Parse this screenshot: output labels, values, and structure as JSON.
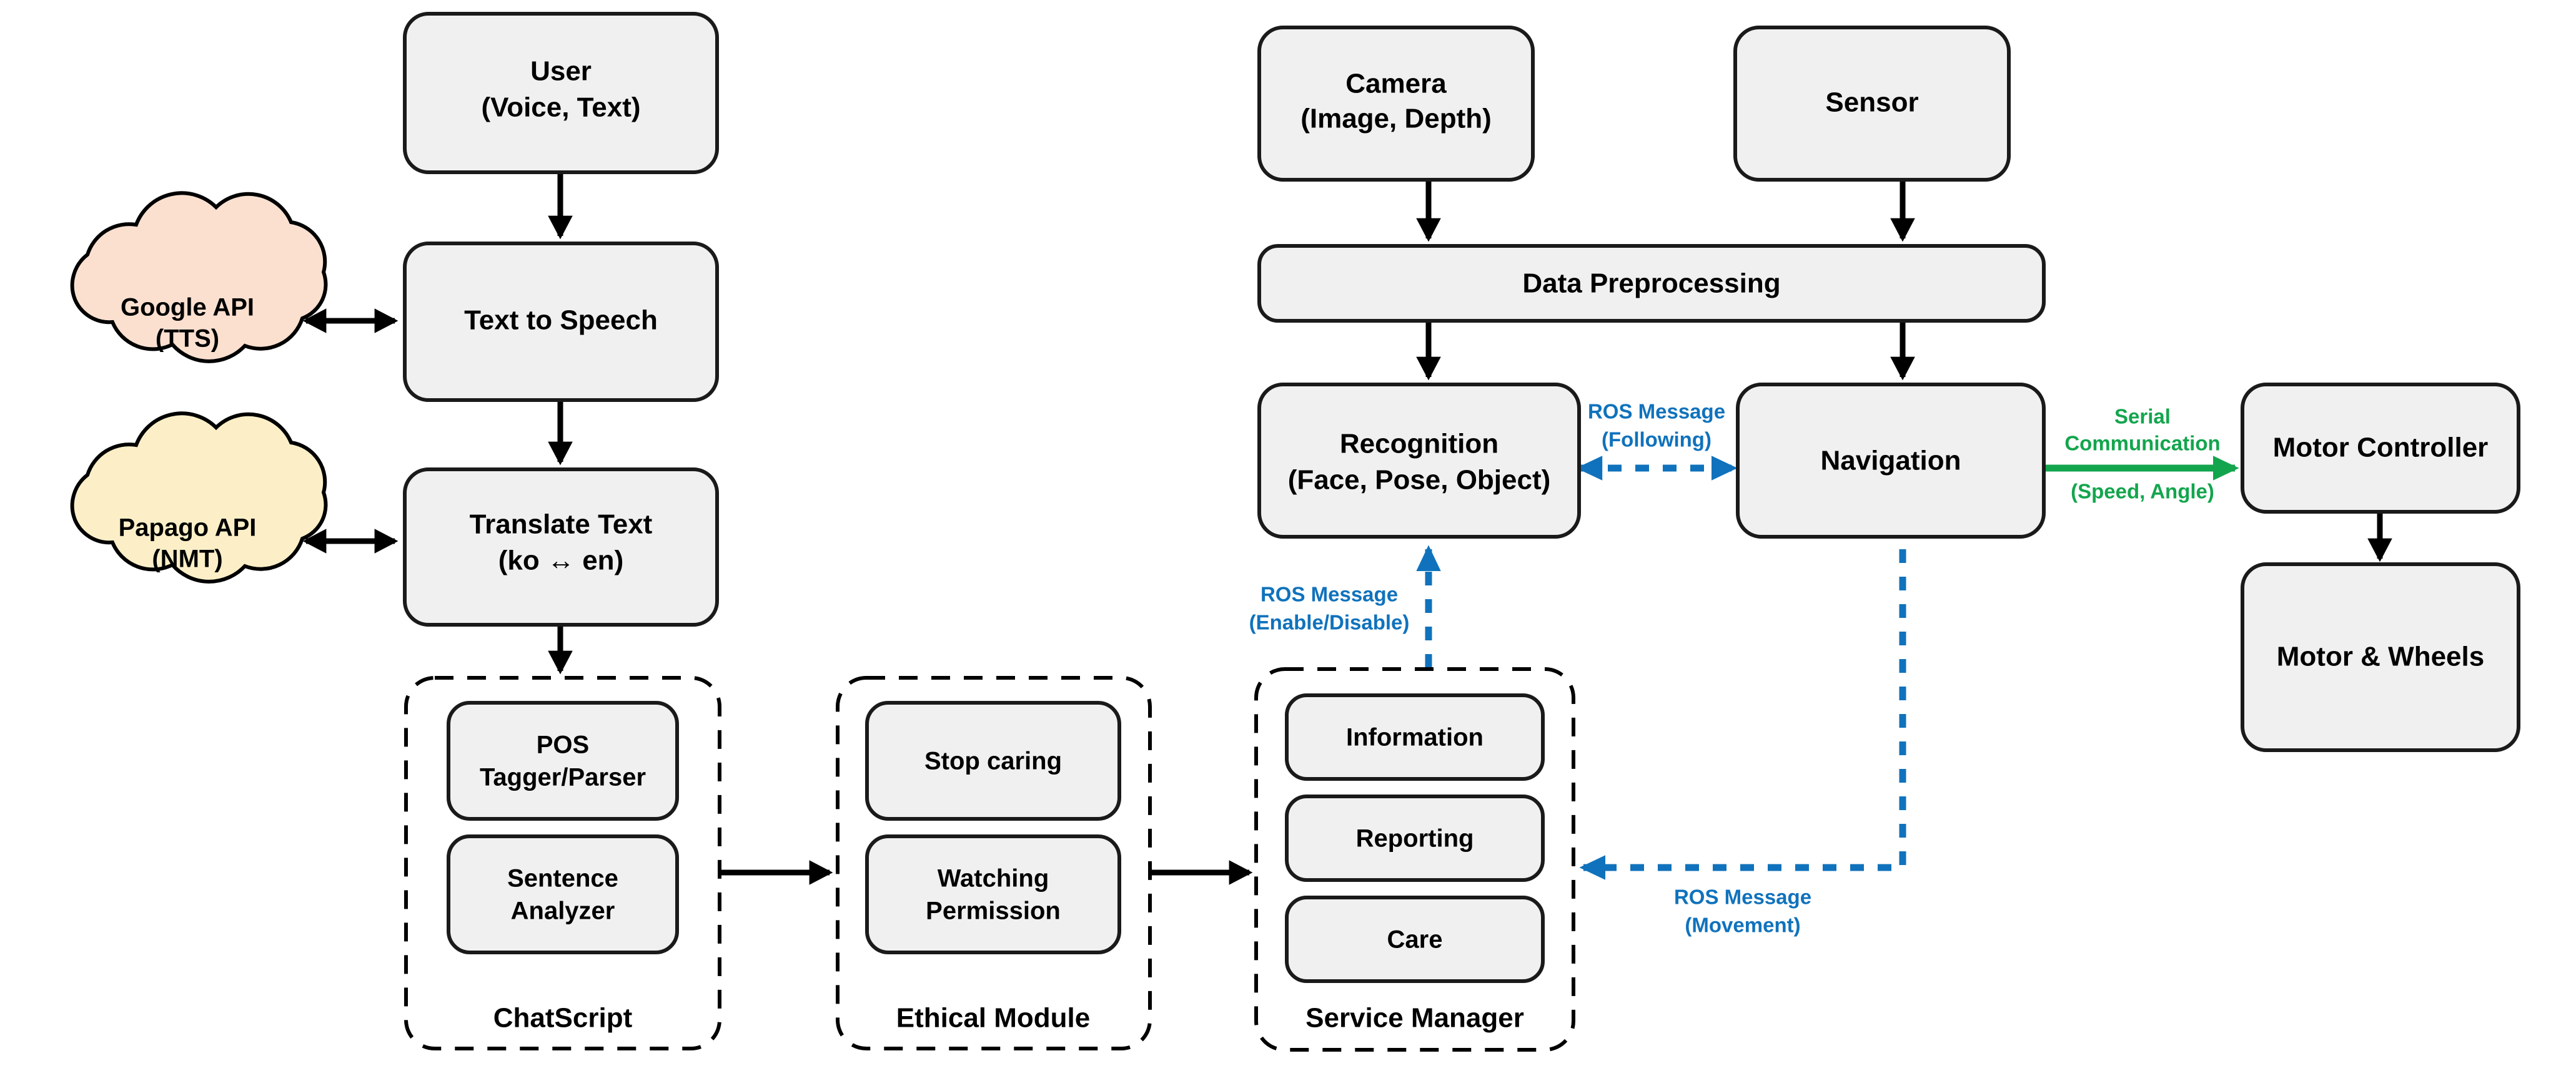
{
  "diagram": {
    "title": "Care Robot System Architecture",
    "colors": {
      "node_fill": "#F0F0F0",
      "node_stroke": "#1A1A1A",
      "cloud_google_fill": "#FBE0D0",
      "cloud_papago_fill": "#FCEFC7",
      "ros_blue": "#1072BC",
      "serial_green": "#13A54D",
      "background": "#FFFFFF"
    },
    "nodes": {
      "user": {
        "line1": "User",
        "line2": "(Voice, Text)"
      },
      "text_to_speech": {
        "line1": "Text to Speech"
      },
      "translate_text": {
        "line1": "Translate Text",
        "line2": "(ko ↔ en)"
      },
      "google_api": {
        "line1": "Google API",
        "line2": "(TTS)"
      },
      "papago_api": {
        "line1": "Papago API",
        "line2": "(NMT)"
      },
      "pos_tagger": {
        "line1": "POS",
        "line2": "Tagger/Parser"
      },
      "sentence_analyzer": {
        "line1": "Sentence",
        "line2": "Analyzer"
      },
      "stop_caring": {
        "line1": "Stop caring"
      },
      "watching_permission": {
        "line1": "Watching",
        "line2": "Permission"
      },
      "information": {
        "line1": "Information"
      },
      "reporting": {
        "line1": "Reporting"
      },
      "care": {
        "line1": "Care"
      },
      "camera": {
        "line1": "Camera",
        "line2": "(Image, Depth)"
      },
      "sensor": {
        "line1": "Sensor"
      },
      "data_preprocessing": {
        "line1": "Data Preprocessing"
      },
      "recognition": {
        "line1": "Recognition",
        "line2": "(Face, Pose, Object)"
      },
      "navigation": {
        "line1": "Navigation"
      },
      "motor_controller": {
        "line1": "Motor Controller"
      },
      "motor_wheels": {
        "line1": "Motor & Wheels"
      }
    },
    "groups": {
      "chatscript": {
        "label": "ChatScript"
      },
      "ethical_module": {
        "label": "Ethical Module"
      },
      "service_manager": {
        "label": "Service Manager"
      }
    },
    "edge_labels": {
      "ros_following": {
        "line1": "ROS Message",
        "line2": "(Following)"
      },
      "ros_enable_disable": {
        "line1": "ROS Message",
        "line2": "(Enable/Disable)"
      },
      "ros_movement": {
        "line1": "ROS Message",
        "line2": "(Movement)"
      },
      "serial_communication": {
        "line1": "Serial",
        "line2": "Communication",
        "line3": "(Speed, Angle)"
      }
    }
  }
}
